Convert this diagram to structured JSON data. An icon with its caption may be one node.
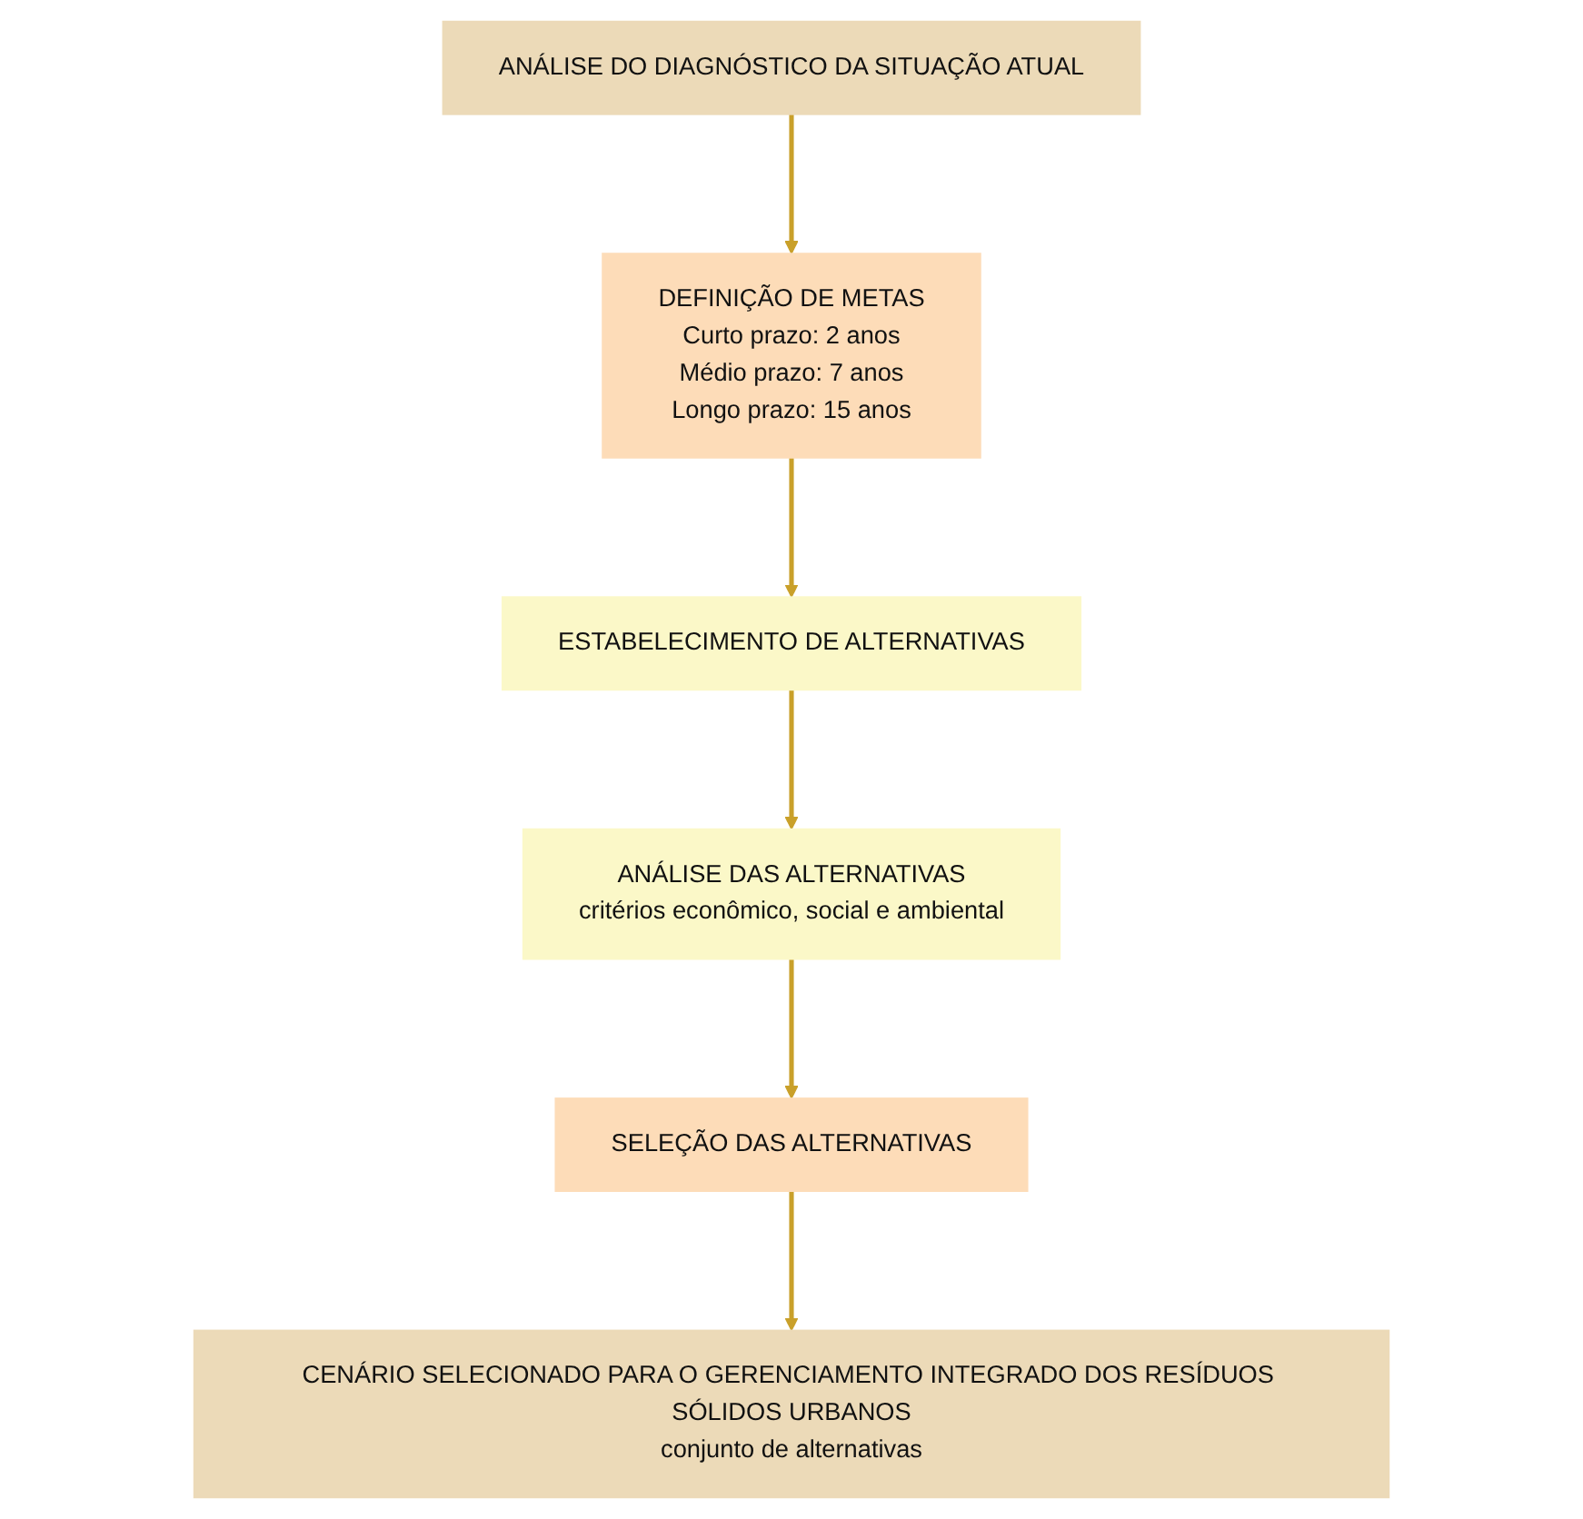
{
  "diagram": {
    "nodes": [
      {
        "text": [
          "ANÁLISE DO DIAGNÓSTICO DA SITUAÇÃO ATUAL"
        ]
      },
      {
        "text": [
          "DEFINIÇÃO DE METAS",
          "Curto prazo: 2 anos",
          "Médio prazo: 7 anos",
          "Longo prazo: 15 anos"
        ]
      },
      {
        "text": [
          "ESTABELECIMENTO DE ALTERNATIVAS"
        ]
      },
      {
        "text": [
          "ANÁLISE DAS ALTERNATIVAS",
          "critérios econômico, social e ambiental"
        ]
      },
      {
        "text": [
          "SELEÇÃO DAS ALTERNATIVAS"
        ]
      },
      {
        "text": [
          "CENÁRIO SELECIONADO PARA O GERENCIAMENTO INTEGRADO DOS RESÍDUOS SÓLIDOS URBANOS",
          "conjunto de alternativas"
        ]
      }
    ],
    "edges": [
      {
        "from": 0,
        "to": 1,
        "arrow": "to"
      },
      {
        "from": 1,
        "to": 2,
        "arrow": "to"
      },
      {
        "from": 2,
        "to": 3,
        "arrow": "to"
      },
      {
        "from": 3,
        "to": 4,
        "arrow": "to"
      },
      {
        "from": 4,
        "to": 5,
        "arrow": "to"
      }
    ]
  }
}
